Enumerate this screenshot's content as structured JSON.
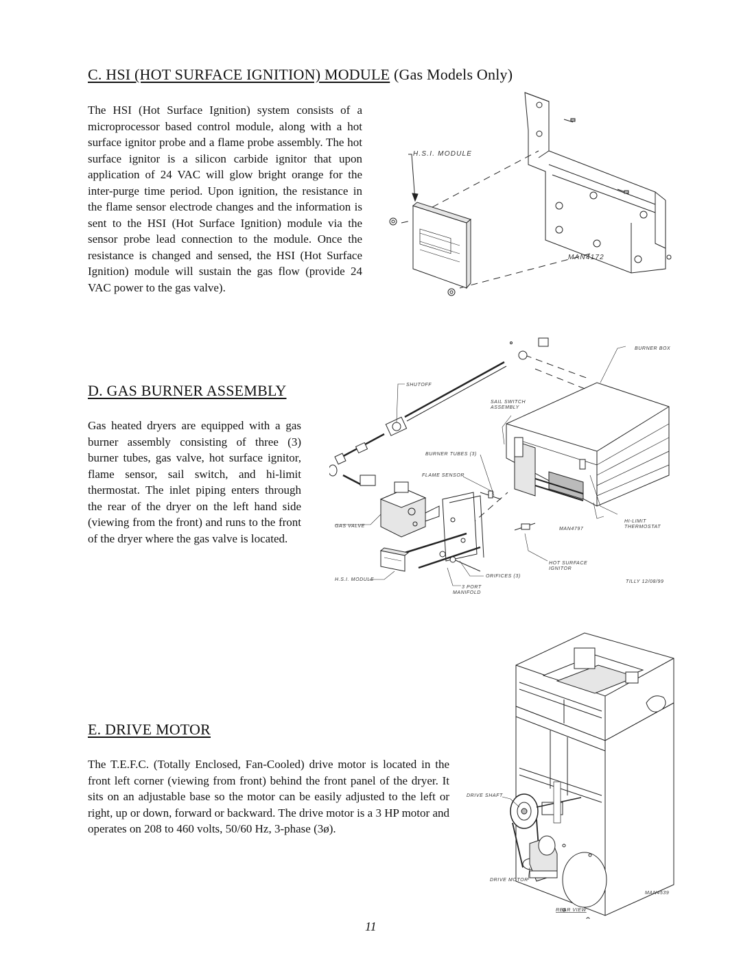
{
  "section_c": {
    "heading": "C. HSI (HOT SURFACE IGNITION) MODULE",
    "heading_suffix": " (Gas Models Only)",
    "body": "The HSI (Hot Surface Ignition) system consists of a microprocessor based control module, along with a hot surface ignitor probe and a flame probe assembly. The hot surface ignitor is a silicon carbide ignitor that upon application of 24 VAC will glow bright orange for the inter-purge time period. Upon ignition, the resistance in the flame sensor electrode changes and the information is sent to the HSI (Hot Surface Ignition) module via the sensor probe lead connection to the module. Once the resistance is changed and sensed, the HSI (Hot Surface Ignition) module will sustain the gas flow (provide 24 VAC power to the gas valve).",
    "figure": {
      "label_module": "H.S.I. MODULE",
      "drawing_no": "MAN4172"
    }
  },
  "section_d": {
    "heading": "D. GAS BURNER ASSEMBLY",
    "body": "Gas heated dryers are equipped with a gas burner assembly consisting of three (3) burner tubes, gas valve, hot surface ignitor, flame sensor, sail switch, and hi-limit thermostat. The inlet piping enters through the rear of the dryer on the left hand side (viewing from the front) and runs to the front of the dryer where the gas valve is located.",
    "figure": {
      "burner_box": "BURNER BOX",
      "shutoff": "SHUTOFF",
      "sail_switch_1": "SAIL SWITCH",
      "sail_switch_2": "ASSEMBLY",
      "burner_tubes": "BURNER TUBES (3)",
      "flame_sensor": "FLAME SENSOR",
      "gas_valve": "GAS VALVE",
      "hi_limit_1": "HI-LIMIT",
      "hi_limit_2": "THERMOSTAT",
      "drawing_no": "MAN4797",
      "hot_surface_1": "HOT SURFACE",
      "hot_surface_2": "IGNITOR",
      "hsi_module": "H.S.I. MODULE",
      "orifices": "ORIFICES (3)",
      "manifold_1": "3 PORT",
      "manifold_2": "MANIFOLD",
      "signature": "TILLY  12/08/99"
    }
  },
  "section_e": {
    "heading": "E. DRIVE MOTOR",
    "body": "The T.E.F.C. (Totally Enclosed, Fan-Cooled) drive motor is located in the front left corner (viewing from front) behind the front panel of the dryer. It sits on an adjustable base so the motor can be easily adjusted to the left or right, up or down, forward or backward. The drive motor is a 3 HP motor and operates on 208 to 460 volts, 50/60 Hz, 3-phase (3ø).",
    "figure": {
      "drive_shaft": "DRIVE SHAFT",
      "drive_motor": "DRIVE MOTOR",
      "drawing_no": "MAN4539",
      "view": "REAR VIEW"
    }
  },
  "page_number": "11"
}
